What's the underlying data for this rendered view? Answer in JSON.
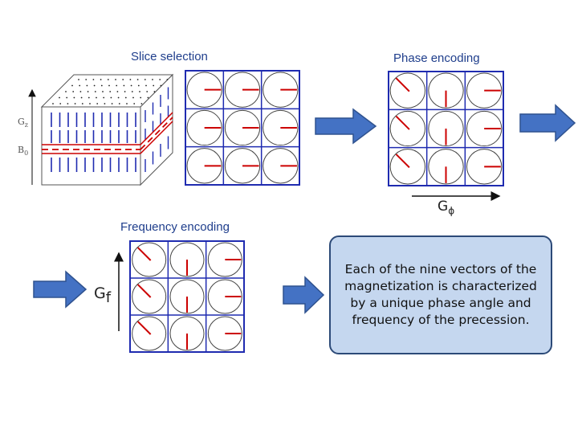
{
  "labels": {
    "slice_selection": "Slice selection",
    "phase_encoding": "Phase encoding",
    "frequency_encoding": "Frequency encoding",
    "g_phi": "Gϕ",
    "g_f": "Gf",
    "g_z": "Gz",
    "b_0": "B0"
  },
  "callout": {
    "text": "Each of the nine vectors of the magnetization is characterized by a unique phase angle and frequency of the precession."
  },
  "colors": {
    "arrow_fill": "#4472c4",
    "arrow_stroke": "#2f528f",
    "grid_border": "#1f2bb0",
    "vector": "#cc0000",
    "callout_bg": "#c5d7ef"
  }
}
